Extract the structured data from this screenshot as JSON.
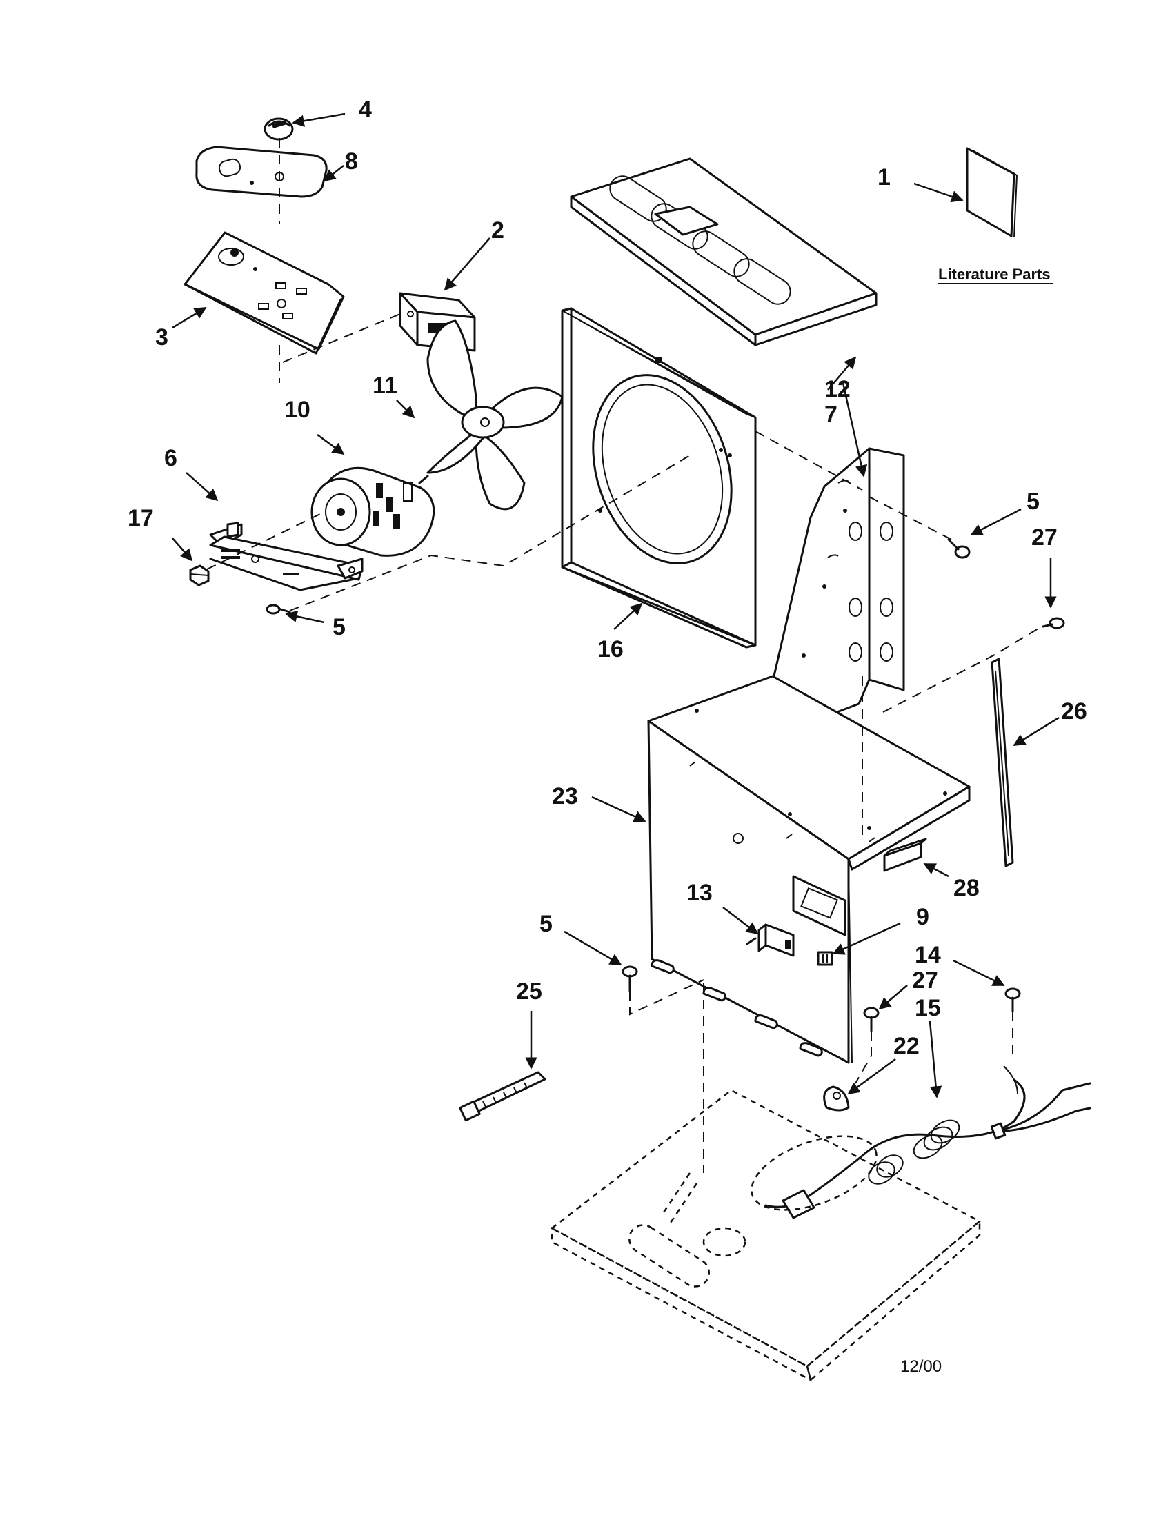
{
  "callouts": {
    "c1": "1",
    "c2": "2",
    "c3": "3",
    "c4": "4",
    "c5a": "5",
    "c5b": "5",
    "c5c": "5",
    "c6": "6",
    "c7": "7",
    "c8": "8",
    "c9": "9",
    "c10": "10",
    "c11": "11",
    "c12": "12",
    "c13": "13",
    "c14": "14",
    "c15": "15",
    "c16": "16",
    "c17": "17",
    "c22": "22",
    "c23": "23",
    "c25": "25",
    "c26": "26",
    "c27a": "27",
    "c27b": "27",
    "c28": "28"
  },
  "literature_label": "Literature Parts",
  "revision_date": "12/00"
}
